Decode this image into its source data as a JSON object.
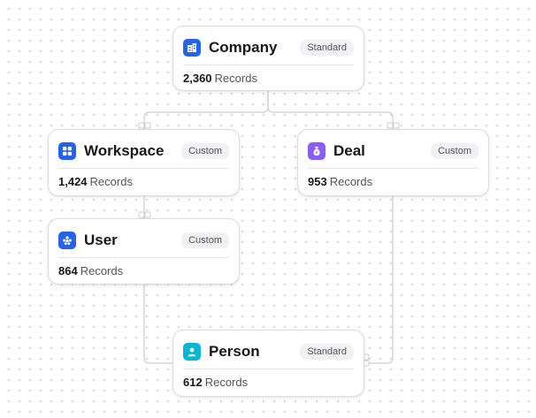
{
  "nodes": {
    "company": {
      "title": "Company",
      "badge": "Standard",
      "count": "2,360",
      "unit": "Records",
      "icon": "building-icon",
      "icon_color": "#2563eb"
    },
    "workspace": {
      "title": "Workspace",
      "badge": "Custom",
      "count": "1,424",
      "unit": "Records",
      "icon": "grid-icon",
      "icon_color": "#2563eb"
    },
    "deal": {
      "title": "Deal",
      "badge": "Custom",
      "count": "953",
      "unit": "Records",
      "icon": "money-bag-icon",
      "icon_color": "#8b5cf6"
    },
    "user": {
      "title": "User",
      "badge": "Custom",
      "count": "864",
      "unit": "Records",
      "icon": "users-icon",
      "icon_color": "#2563eb"
    },
    "person": {
      "title": "Person",
      "badge": "Standard",
      "count": "612",
      "unit": "Records",
      "icon": "person-icon",
      "icon_color": "#06b6d4"
    }
  },
  "edges": [
    {
      "from": "company",
      "to": "workspace"
    },
    {
      "from": "company",
      "to": "deal"
    },
    {
      "from": "workspace",
      "to": "user"
    },
    {
      "from": "user",
      "to": "person"
    },
    {
      "from": "deal",
      "to": "person"
    }
  ],
  "colors": {
    "edge": "#cfcfd4",
    "node_border": "#dcdce0"
  }
}
